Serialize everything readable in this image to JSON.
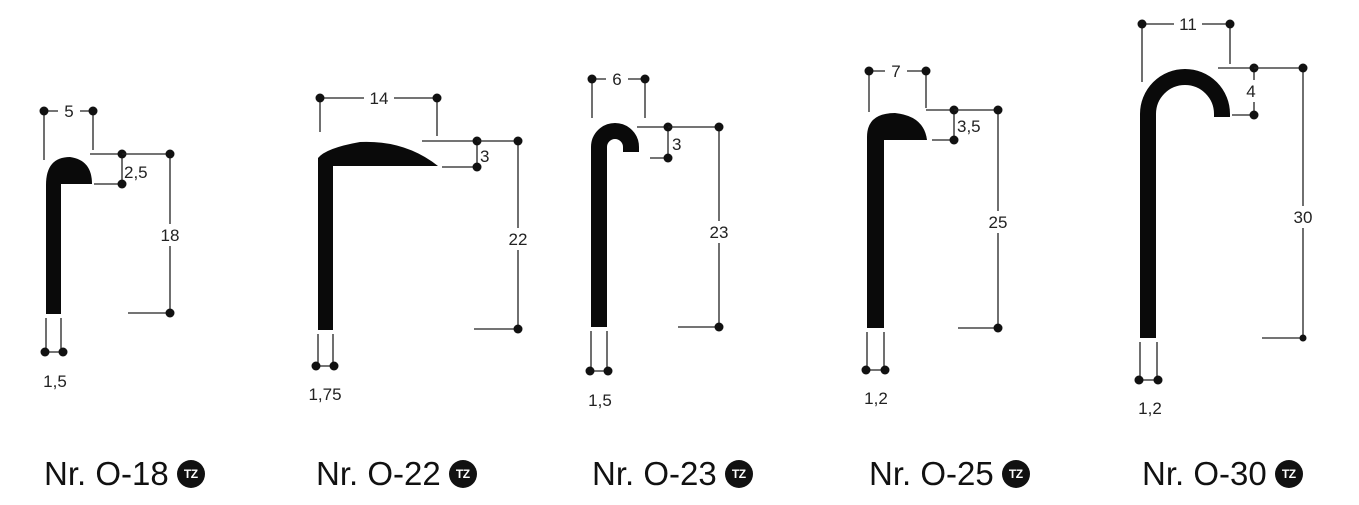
{
  "profiles": [
    {
      "id": "o18",
      "label": "Nr. O-18",
      "badge": "TZ",
      "top_width": "5",
      "lip_height": "2,5",
      "height": "18",
      "thickness": "1,5"
    },
    {
      "id": "o22",
      "label": "Nr. O-22",
      "badge": "TZ",
      "top_width": "14",
      "lip_height": "3",
      "height": "22",
      "thickness": "1,75"
    },
    {
      "id": "o23",
      "label": "Nr. O-23",
      "badge": "TZ",
      "top_width": "6",
      "lip_height": "3",
      "height": "23",
      "thickness": "1,5"
    },
    {
      "id": "o25",
      "label": "Nr. O-25",
      "badge": "TZ",
      "top_width": "7",
      "lip_height": "3,5",
      "height": "25",
      "thickness": "1,2"
    },
    {
      "id": "o30",
      "label": "Nr. O-30",
      "badge": "TZ",
      "top_width": "11",
      "lip_height": "4",
      "height": "30",
      "thickness": "1,2"
    }
  ]
}
